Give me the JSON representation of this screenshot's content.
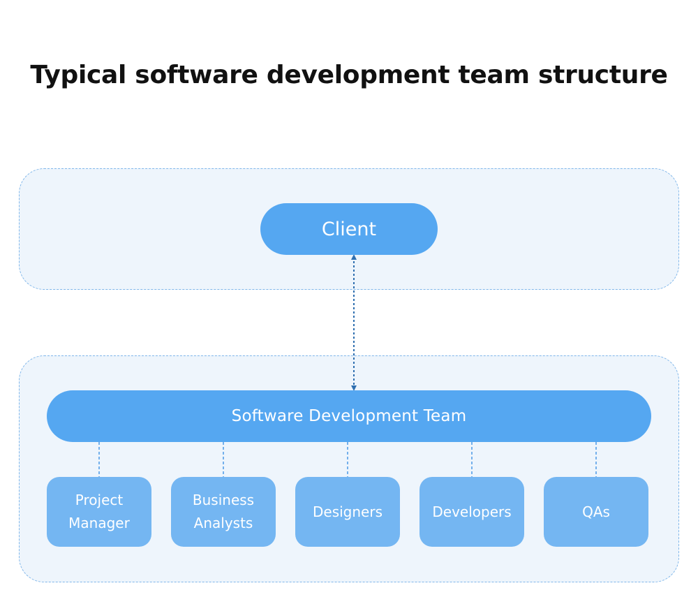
{
  "title": "Typical software development team structure",
  "client": {
    "label": "Client"
  },
  "team": {
    "label": "Software Development Team"
  },
  "roles": [
    {
      "label": "Project Manager"
    },
    {
      "label": "Business Analysts"
    },
    {
      "label": "Designers"
    },
    {
      "label": "Developers"
    },
    {
      "label": "QAs"
    }
  ],
  "colors": {
    "pill": "#55a7f1",
    "role": "#74b6f2",
    "zone_fill": "#eef5fc",
    "zone_border": "#7fb6ea",
    "arrow": "#2f6fb0"
  }
}
